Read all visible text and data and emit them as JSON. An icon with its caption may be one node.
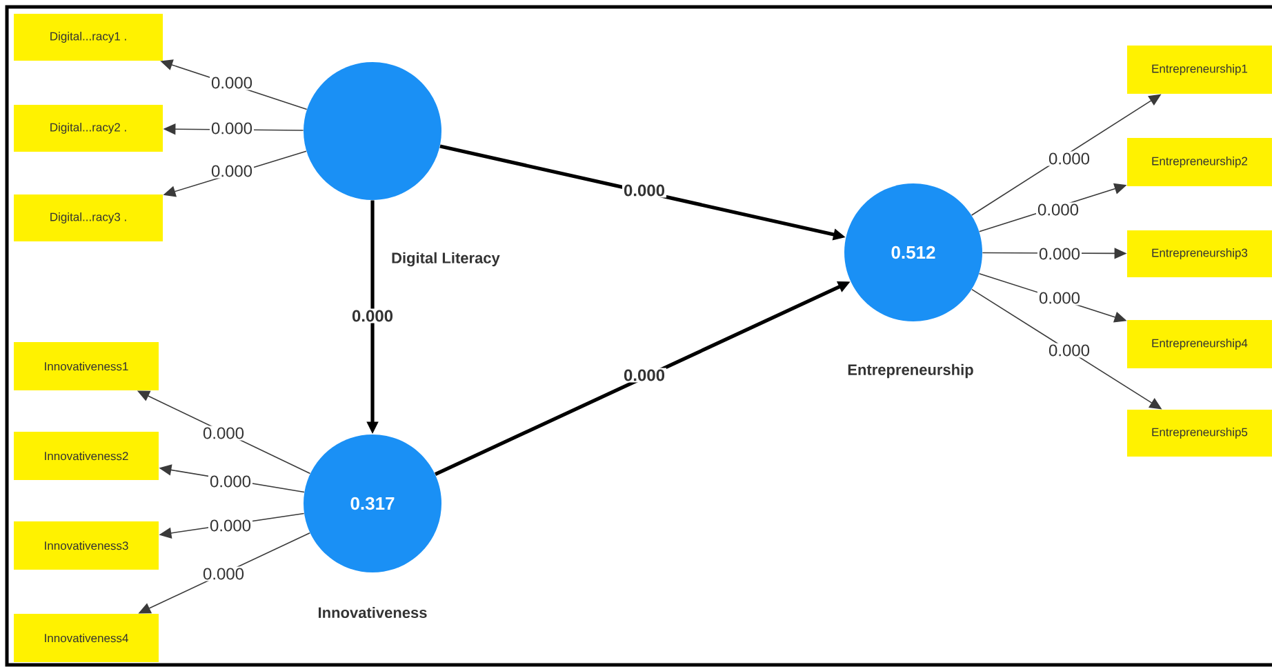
{
  "diagram": {
    "nodes": [
      {
        "text": [
          "Digital...racy1 ."
        ]
      },
      {
        "text": [
          "Digital...racy2 ."
        ]
      },
      {
        "text": [
          "Digital...racy3 ."
        ]
      },
      {
        "text": [
          "Digital Literacy"
        ]
      },
      {
        "text": [
          "Innovativeness1"
        ]
      },
      {
        "text": [
          "Innovativeness2"
        ]
      },
      {
        "text": [
          "Innovativeness3"
        ]
      },
      {
        "text": [
          "Innovativeness4"
        ]
      },
      {
        "text": [
          "0.317",
          "Innovativeness"
        ]
      },
      {
        "text": [
          "0.512",
          "Entrepreneurship"
        ]
      },
      {
        "text": [
          "Entrepreneurship1"
        ]
      },
      {
        "text": [
          "Entrepreneurship2"
        ]
      },
      {
        "text": [
          "Entrepreneurship3"
        ]
      },
      {
        "text": [
          "Entrepreneurship4"
        ]
      },
      {
        "text": [
          "Entrepreneurship5"
        ]
      }
    ],
    "edges": [
      {
        "from": 3,
        "to": 0,
        "arrow": "to",
        "label": "0.000"
      },
      {
        "from": 3,
        "to": 1,
        "arrow": "to",
        "label": "0.000"
      },
      {
        "from": 3,
        "to": 2,
        "arrow": "to",
        "label": "0.000"
      },
      {
        "from": 3,
        "to": 9,
        "arrow": "to",
        "label": "0.000",
        "style": "thick"
      },
      {
        "from": 3,
        "to": 8,
        "arrow": "to",
        "label": "0.000",
        "style": "thick"
      },
      {
        "from": 8,
        "to": 4,
        "arrow": "to",
        "label": "0.000"
      },
      {
        "from": 8,
        "to": 5,
        "arrow": "to",
        "label": "0.000"
      },
      {
        "from": 8,
        "to": 6,
        "arrow": "to",
        "label": "0.000"
      },
      {
        "from": 8,
        "to": 7,
        "arrow": "to",
        "label": "0.000"
      },
      {
        "from": 8,
        "to": 9,
        "arrow": "to",
        "label": "0.000",
        "style": "thick"
      },
      {
        "from": 9,
        "to": 10,
        "arrow": "to",
        "label": "0.000"
      },
      {
        "from": 9,
        "to": 11,
        "arrow": "to",
        "label": "0.000"
      },
      {
        "from": 9,
        "to": 12,
        "arrow": "to",
        "label": "0.000"
      },
      {
        "from": 9,
        "to": 13,
        "arrow": "to",
        "label": "0.000"
      },
      {
        "from": 9,
        "to": 14,
        "arrow": "to",
        "label": "0.000"
      }
    ]
  }
}
